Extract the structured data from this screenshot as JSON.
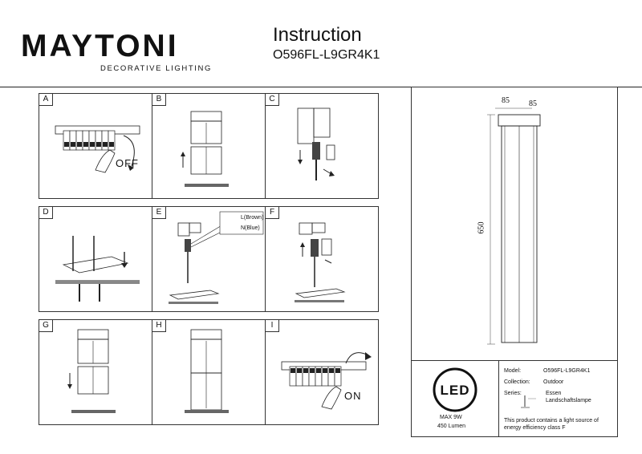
{
  "header": {
    "brand": "MAYTONI",
    "brand_sub": "DECORATIVE LIGHTING",
    "title": "Instruction",
    "model": "O596FL-L9GR4K1"
  },
  "steps": [
    {
      "label": "A",
      "text": "OFF"
    },
    {
      "label": "B"
    },
    {
      "label": "C"
    },
    {
      "label": "D"
    },
    {
      "label": "E",
      "wires": [
        "L(Brown)",
        "N(Blue)"
      ]
    },
    {
      "label": "F"
    },
    {
      "label": "G"
    },
    {
      "label": "H"
    },
    {
      "label": "I",
      "text": "ON"
    }
  ],
  "dimensions": {
    "width": "85",
    "depth": "85",
    "height": "650"
  },
  "led": {
    "logo": "LED",
    "power": "MAX 9W",
    "lumen": "450 Lumen"
  },
  "spec": {
    "model_label": "Model:",
    "model_value": "O596FL-L9GR4K1",
    "collection_label": "Collection:",
    "collection_value": "Outdoor",
    "series_label": "Series:",
    "series_value": "Essen",
    "series_sub": "Landschaftslampe",
    "note_line1": "This product contains a light source of",
    "note_line2": "energy efficiency class F"
  }
}
